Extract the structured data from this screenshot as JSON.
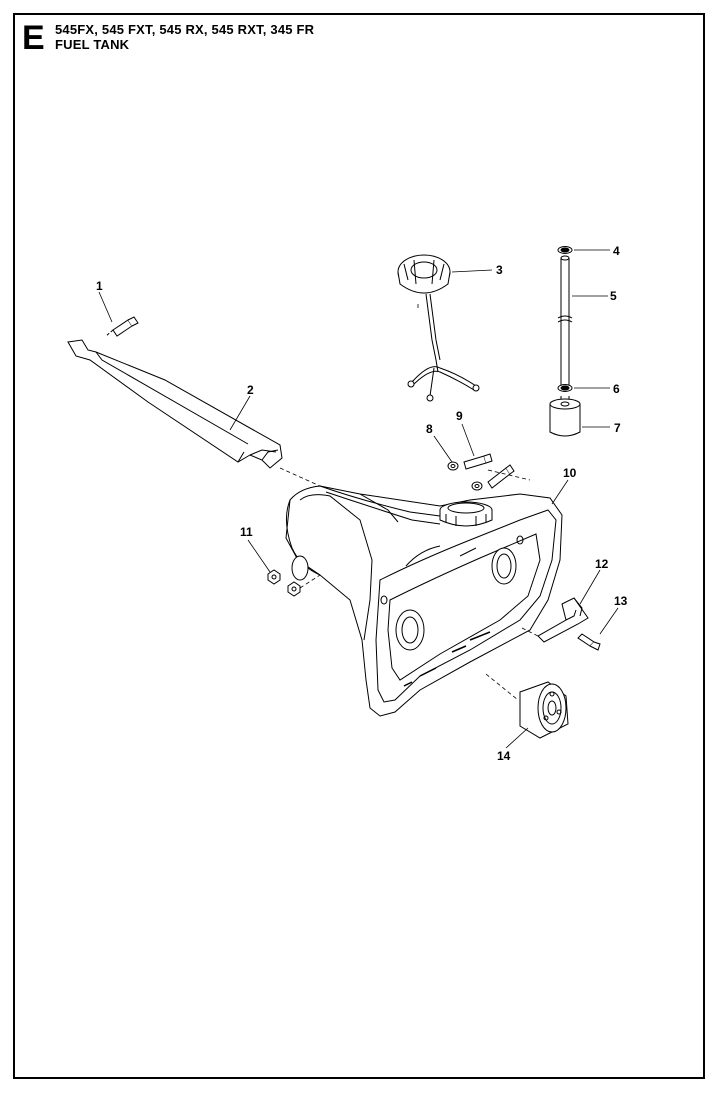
{
  "header": {
    "section_letter": "E",
    "models": "545FX, 545 FXT, 545 RX, 545 RXT, 345 FR",
    "section_name": "FUEL TANK"
  },
  "callouts": [
    "1",
    "2",
    "3",
    "4",
    "5",
    "6",
    "7",
    "8",
    "9",
    "10",
    "11",
    "12",
    "13",
    "14"
  ]
}
